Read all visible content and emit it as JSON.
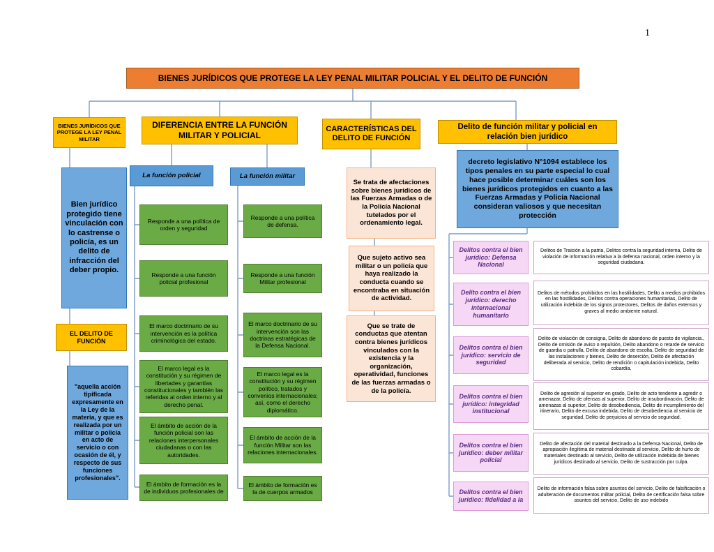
{
  "page_number": "1",
  "title": "BIENES JURÍDICOS QUE PROTEGE LA LEY PENAL MILITAR POLICIAL Y EL DELITO DE FUNCIÓN",
  "branch_bienes": {
    "title": "BIENES JURÍDICOS QUE PROTEGE LA LEY PENAL MILITAR",
    "concept": "Bien jurídico protegido tiene vinculación con lo castrense o policía, es un delito de infracción del deber propio.",
    "sub_title": "EL DELITO DE FUNCIÓN",
    "definition": "\"aquella acción tipificada expresamente en la Ley de la materia, y que es realizada por un militar o policía en acto de servicio o con ocasión de él, y respecto de sus funciones profesionales\"."
  },
  "branch_diferencia": {
    "title": "DIFERENCIA ENTRE LA FUNCIÓN MILITAR Y POLICIAL",
    "policial": {
      "header": "La función policial",
      "items": [
        "Responde a una política de orden y seguridad",
        "Responde a una función policial profesional",
        "El marco doctrinario de su intervención es la política criminológica del estado.",
        "El marco legal es la constitución y su régimen de libertades y garantías constitucionales y también las referidas al orden interno y al derecho penal.",
        "El ámbito de acción de la función policial son las relaciones interpersonales ciudadanas o con las autoridades.",
        "El ámbito de formación es la de individuos profesionales de"
      ]
    },
    "militar": {
      "header": "La función militar",
      "items": [
        "Responde a una política de defensa.",
        "Responde a una función Militar profesional",
        "El marco doctrinario de su intervención son las doctrinas estratégicas de la Defensa Nacional.",
        "El marco legal es la constitución y su régimen político, tratados y convenios internacionales; así, como el derecho diplomático.",
        "El ámbito de acción de la función Militar son las relaciones internacionales.",
        "El ámbito de formación es la de cuerpos armados"
      ]
    }
  },
  "branch_caracteristicas": {
    "title": "CARACTERÍSTICAS DEL DELITO DE FUNCIÓN",
    "items": [
      "Se trata de afectaciones sobre bienes jurídicos de las Fuerzas Armadas o de la Policía Nacional tutelados por el ordenamiento legal.",
      "Que sujeto activo sea militar o un policía que haya realizado la conducta cuando se encontraba en situación de actividad.",
      "Que se trate de conductas que atentan contra bienes jurídicos vinculados con la existencia y la organización, operatividad, funciones de las fuerzas armadas o de la policía."
    ]
  },
  "branch_delito": {
    "title": "Delito de función militar y policial en relación bien jurídico",
    "intro": "decreto legislativo N°1094 establece los tipos penales en su parte especial lo cual hace posible determinar cuáles son los bienes jurídicos protegidos en cuanto a las Fuerzas Armadas y Policia Nacional consideran valiosos y que necesitan protección",
    "pairs": [
      {
        "label": "Delitos contra el bien jurídico: Defensa Nacional",
        "detail": "Delitos de Traición a la patria, Delitos contra la seguridad interna, Delito de violación de información relativa a la defensa nacional, orden interno y la seguridad ciudadana."
      },
      {
        "label": "Delito contra el bien jurídico: derecho internacional humanitario",
        "detail": "Delitos de métodos prohibidos en las hostilidades, Delito a medios prohibidos en las hostilidades, Delitos contra operaciones humanitarias, Delito de utilización indebida de los signos protectores, Delitos de daños extensos y graves al medio ambiente natural."
      },
      {
        "label": "Delitos contra el bien jurídico: servicio de seguridad",
        "detail": "Delito de violación de consigna, Delito de abandono de puesto de vigilancia., Delito de omisión de aviso o repulsión, Delito abandono o retarde de servicio de guardia o patrulla, Delito de abandono de escolta, Delito de seguridad de las instalaciones y bienes, Delito de deserción, Delito de afectación deliberada al servicio, Delito de rendición o capitulación indebida, Delito cobardía."
      },
      {
        "label": "Delitos contra el bien jurídico: integridad institucional",
        "detail": "Delito de agresión al superior en grado, Delito de acto tendente a agredir o amenazar, Delito de ofensas al superior, Delito de insubordinación, Delito de amenazas al superior, Delito de desobediencia, Delito de incumplimiento del itinerario, Delito de excusa indebida, Delito de desobediencia al servicio de seguridad, Delito de perjuicios al servicio de seguridad."
      },
      {
        "label": "Delitos contra el bien jurídico: deber militar policial",
        "detail": "Delito de afectación del material destinado a la Defensa Nacional, Delito de apropiación ilegítima de material destinado al servicio, Delito de hurto de materiales destinado al servicio, Delito de utilización indebida de bienes jurídicos destinado al servicio, Delito de sustracción por culpa."
      },
      {
        "label": "Delitos contra el bien jurídico: fidelidad a la",
        "detail": "Delito de información falsa sobre asuntos del servicio, Delito de falsificación o adulteración de documentos militar policial, Delito de certificación falsa sobre asuntos del servicio, Delito de uso indebido"
      }
    ]
  },
  "colors": {
    "header_orange": "#ED7D31",
    "branch_yellow": "#FFC000",
    "node_blue": "#6FA8DC",
    "node_blue_sub": "#5B9BD5",
    "node_green": "#6AAB46",
    "node_peach": "#FBE5D6",
    "node_pink": "#F6D7F5",
    "connector": "#7C9CC4"
  }
}
